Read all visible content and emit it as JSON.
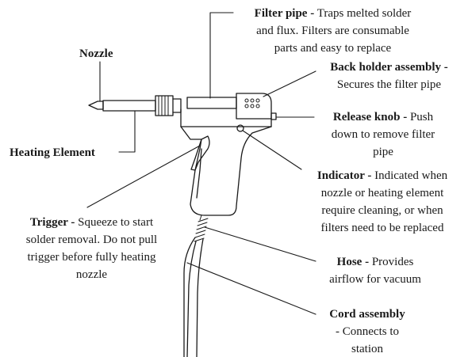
{
  "diagram": {
    "stroke_color": "#1a1a1a",
    "labels": {
      "filter_pipe": {
        "title": "Filter pipe -",
        "line1": "Traps melted solder",
        "line2": "and flux. Filters are consumable",
        "line3": "parts and easy to replace"
      },
      "nozzle": {
        "title": "Nozzle"
      },
      "back_holder": {
        "title": "Back holder assembly -",
        "line1": "Secures the filter pipe"
      },
      "release_knob": {
        "title": "Release knob -",
        "line1": "Push",
        "line2": "down to remove filter",
        "line3": "pipe"
      },
      "heating_element": {
        "title": "Heating Element"
      },
      "indicator": {
        "title": "Indicator -",
        "line1": "Indicated when",
        "line2": "nozzle or heating element",
        "line3": "require cleaning, or when",
        "line4": "filters need to be replaced"
      },
      "trigger": {
        "title": "Trigger -",
        "line1": "Squeeze to start",
        "line2": "solder removal. Do not pull",
        "line3": "trigger before fully heating",
        "line4": "nozzle"
      },
      "hose": {
        "title": "Hose -",
        "line1": "Provides",
        "line2": "airflow for vacuum"
      },
      "cord_assembly": {
        "title": "Cord assembly",
        "line1": "- Connects to",
        "line2": "station"
      }
    }
  }
}
